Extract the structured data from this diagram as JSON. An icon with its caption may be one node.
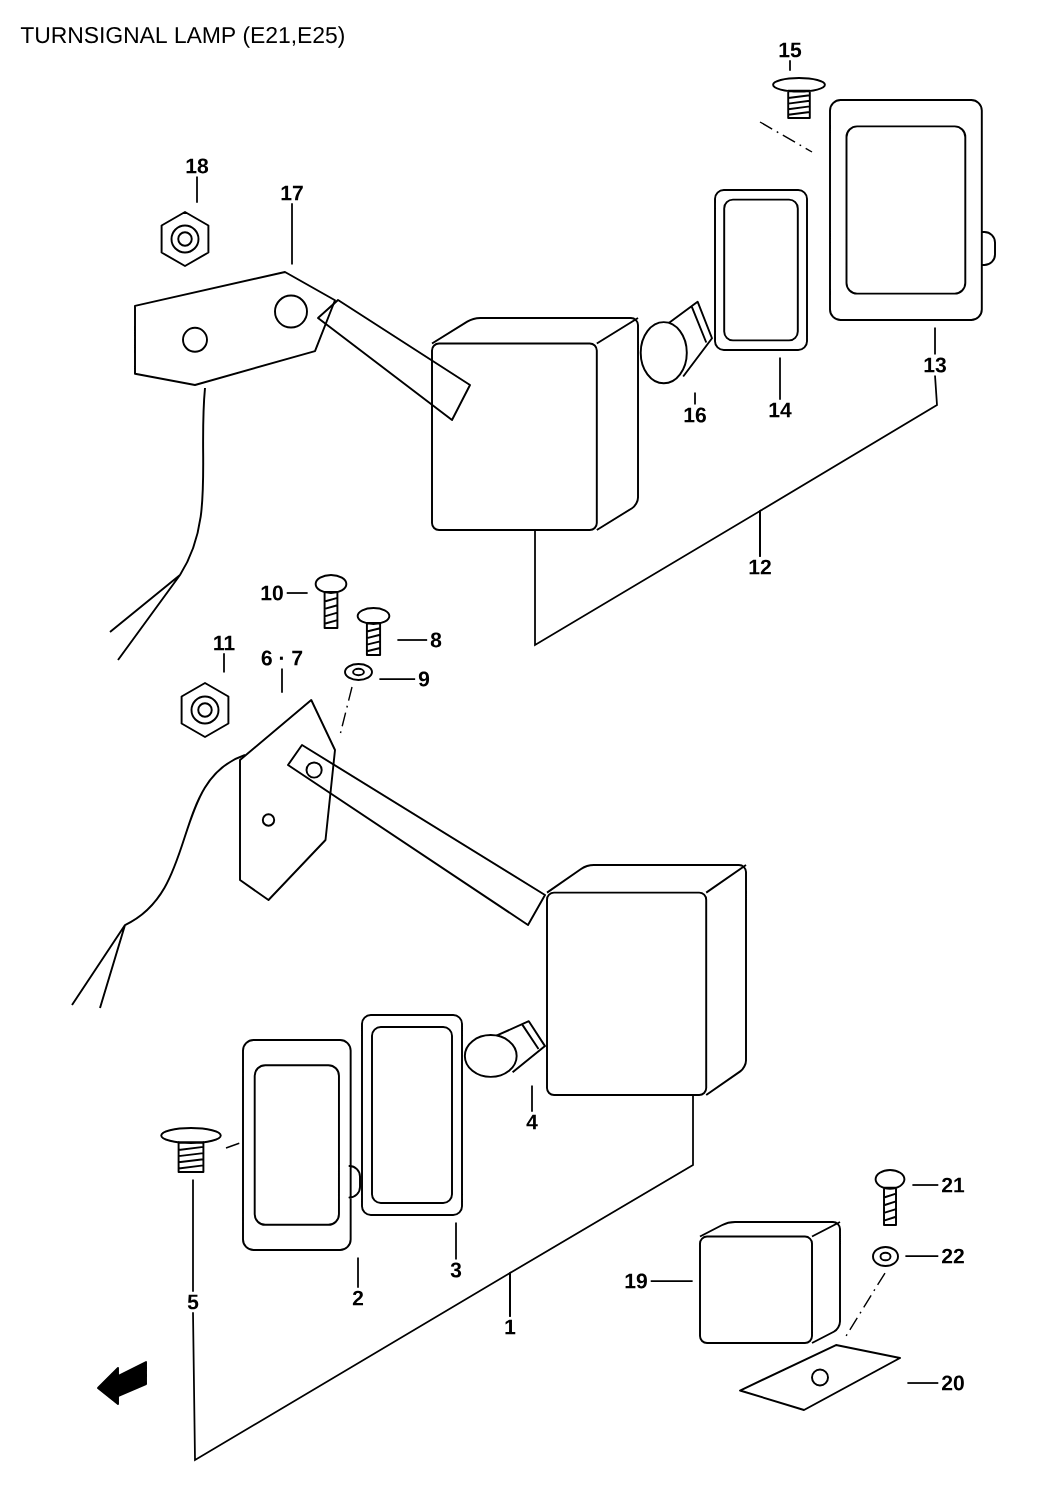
{
  "diagram": {
    "title": "TURNSIGNAL LAMP (E21,E25)",
    "nodes": [
      {
        "text": [
          "15"
        ]
      },
      {
        "text": [],
        "shape": "picture"
      },
      {
        "text": [
          "18"
        ]
      },
      {
        "text": [],
        "shape": "picture"
      },
      {
        "text": [
          "17"
        ]
      },
      {
        "text": [],
        "shape": "picture"
      },
      {
        "text": [
          "13"
        ]
      },
      {
        "text": [],
        "shape": "picture"
      },
      {
        "text": [
          "16"
        ]
      },
      {
        "text": [],
        "shape": "picture"
      },
      {
        "text": [
          "14"
        ]
      },
      {
        "text": [],
        "shape": "picture"
      },
      {
        "text": [
          "12"
        ]
      },
      {
        "text": [],
        "shape": "picture"
      },
      {
        "text": [
          "10"
        ]
      },
      {
        "text": [],
        "shape": "picture"
      },
      {
        "text": [
          "8"
        ]
      },
      {
        "text": [],
        "shape": "picture"
      },
      {
        "text": [
          "11"
        ]
      },
      {
        "text": [],
        "shape": "picture"
      },
      {
        "text": [
          "6 · 7"
        ]
      },
      {
        "text": [],
        "shape": "picture"
      },
      {
        "text": [
          "9"
        ]
      },
      {
        "text": [],
        "shape": "picture"
      },
      {
        "text": [
          "4"
        ]
      },
      {
        "text": [],
        "shape": "picture"
      },
      {
        "text": [
          "21"
        ]
      },
      {
        "text": [],
        "shape": "picture"
      },
      {
        "text": [
          "22"
        ]
      },
      {
        "text": [],
        "shape": "picture"
      },
      {
        "text": [
          "19"
        ]
      },
      {
        "text": [],
        "shape": "picture"
      },
      {
        "text": [
          "3"
        ]
      },
      {
        "text": [],
        "shape": "picture"
      },
      {
        "text": [
          "2"
        ]
      },
      {
        "text": [],
        "shape": "picture"
      },
      {
        "text": [
          "5"
        ]
      },
      {
        "text": [],
        "shape": "picture"
      },
      {
        "text": [
          "1"
        ]
      },
      {
        "text": [],
        "shape": "picture"
      },
      {
        "text": [
          "20"
        ]
      },
      {
        "text": [],
        "shape": "picture"
      }
    ],
    "edges": [
      {
        "from": 0,
        "to": 1,
        "arrow": "none"
      },
      {
        "from": 2,
        "to": 3,
        "arrow": "none"
      },
      {
        "from": 4,
        "to": 5,
        "arrow": "none"
      },
      {
        "from": 6,
        "to": 7,
        "arrow": "none"
      },
      {
        "from": 8,
        "to": 9,
        "arrow": "none"
      },
      {
        "from": 10,
        "to": 11,
        "arrow": "none"
      },
      {
        "from": 12,
        "to": 13,
        "arrow": "none"
      },
      {
        "from": 14,
        "to": 15,
        "arrow": "none"
      },
      {
        "from": 16,
        "to": 17,
        "arrow": "none"
      },
      {
        "from": 18,
        "to": 19,
        "arrow": "none"
      },
      {
        "from": 20,
        "to": 21,
        "arrow": "none"
      },
      {
        "from": 22,
        "to": 23,
        "arrow": "none"
      },
      {
        "from": 24,
        "to": 25,
        "arrow": "none"
      },
      {
        "from": 26,
        "to": 27,
        "arrow": "none"
      },
      {
        "from": 28,
        "to": 29,
        "arrow": "none"
      },
      {
        "from": 30,
        "to": 31,
        "arrow": "none"
      },
      {
        "from": 32,
        "to": 33,
        "arrow": "none"
      },
      {
        "from": 34,
        "to": 35,
        "arrow": "none"
      },
      {
        "from": 36,
        "to": 37,
        "arrow": "none"
      },
      {
        "from": 38,
        "to": 39,
        "arrow": "none"
      },
      {
        "from": 40,
        "to": 41,
        "arrow": "none"
      },
      {
        "from": 12,
        "to": 6,
        "arrow": "none"
      },
      {
        "from": 38,
        "to": 36,
        "arrow": "none"
      }
    ]
  }
}
